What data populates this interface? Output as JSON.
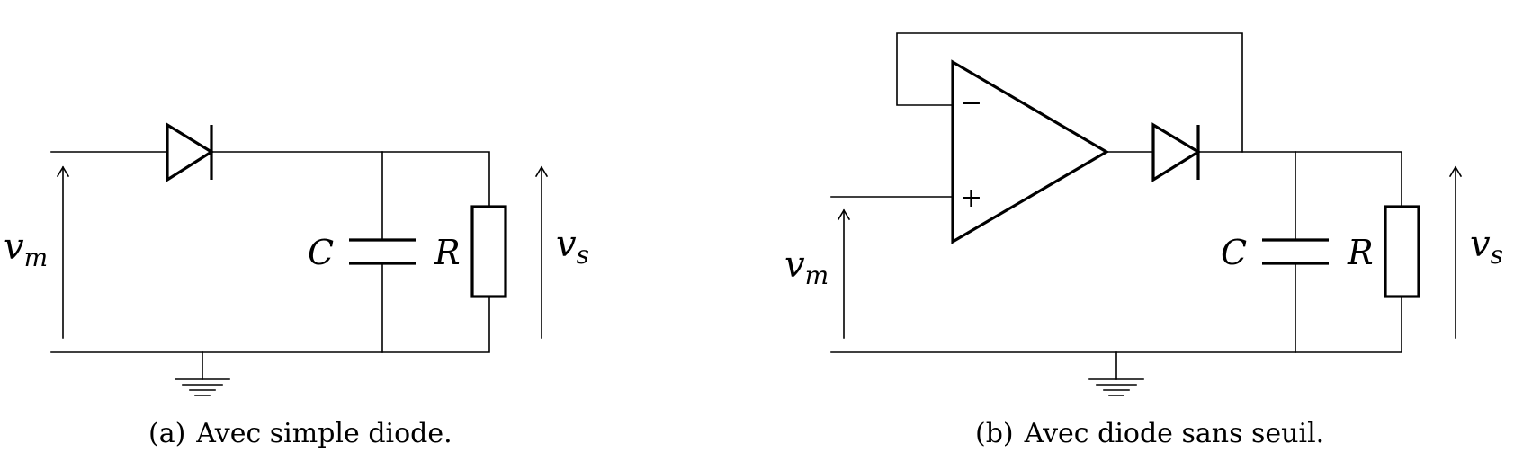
{
  "circuit_a": {
    "input_label": "v",
    "input_sub": "m",
    "capacitor_label": "C",
    "resistor_label": "R",
    "output_label": "v",
    "output_sub": "s",
    "caption_tag": "(a)",
    "caption_text": "Avec simple diode."
  },
  "circuit_b": {
    "input_label": "v",
    "input_sub": "m",
    "capacitor_label": "C",
    "resistor_label": "R",
    "output_label": "v",
    "output_sub": "s",
    "opamp_minus": "−",
    "opamp_plus": "+",
    "caption_tag": "(b)",
    "caption_text": "Avec diode sans seuil."
  }
}
